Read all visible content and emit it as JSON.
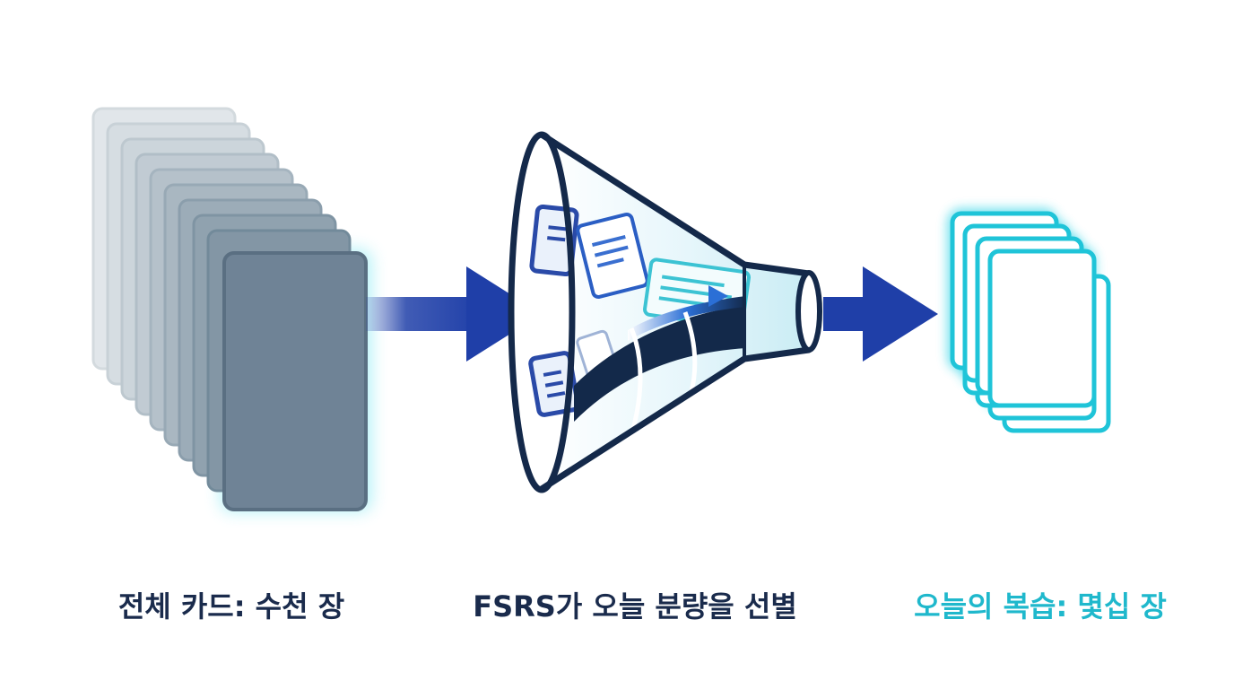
{
  "captions": {
    "all_cards": "전체 카드: 수천 장",
    "fsrs_select": "FSRS가 오늘 분량을 선별",
    "today_review": "오늘의 복습: 몇십 장"
  },
  "icons": {
    "source": "card-stack-icon",
    "filter": "funnel-icon",
    "output": "glowing-card-stack-icon",
    "flow": "arrow-right-icon"
  },
  "colors": {
    "caption_dark": "#1a2b4c",
    "caption_accent": "#1fb8cc",
    "arrow": "#1f3fa8",
    "funnel_outline": "#14294a",
    "card_gray": "#6e8296",
    "card_glow": "#2fd3e6"
  }
}
